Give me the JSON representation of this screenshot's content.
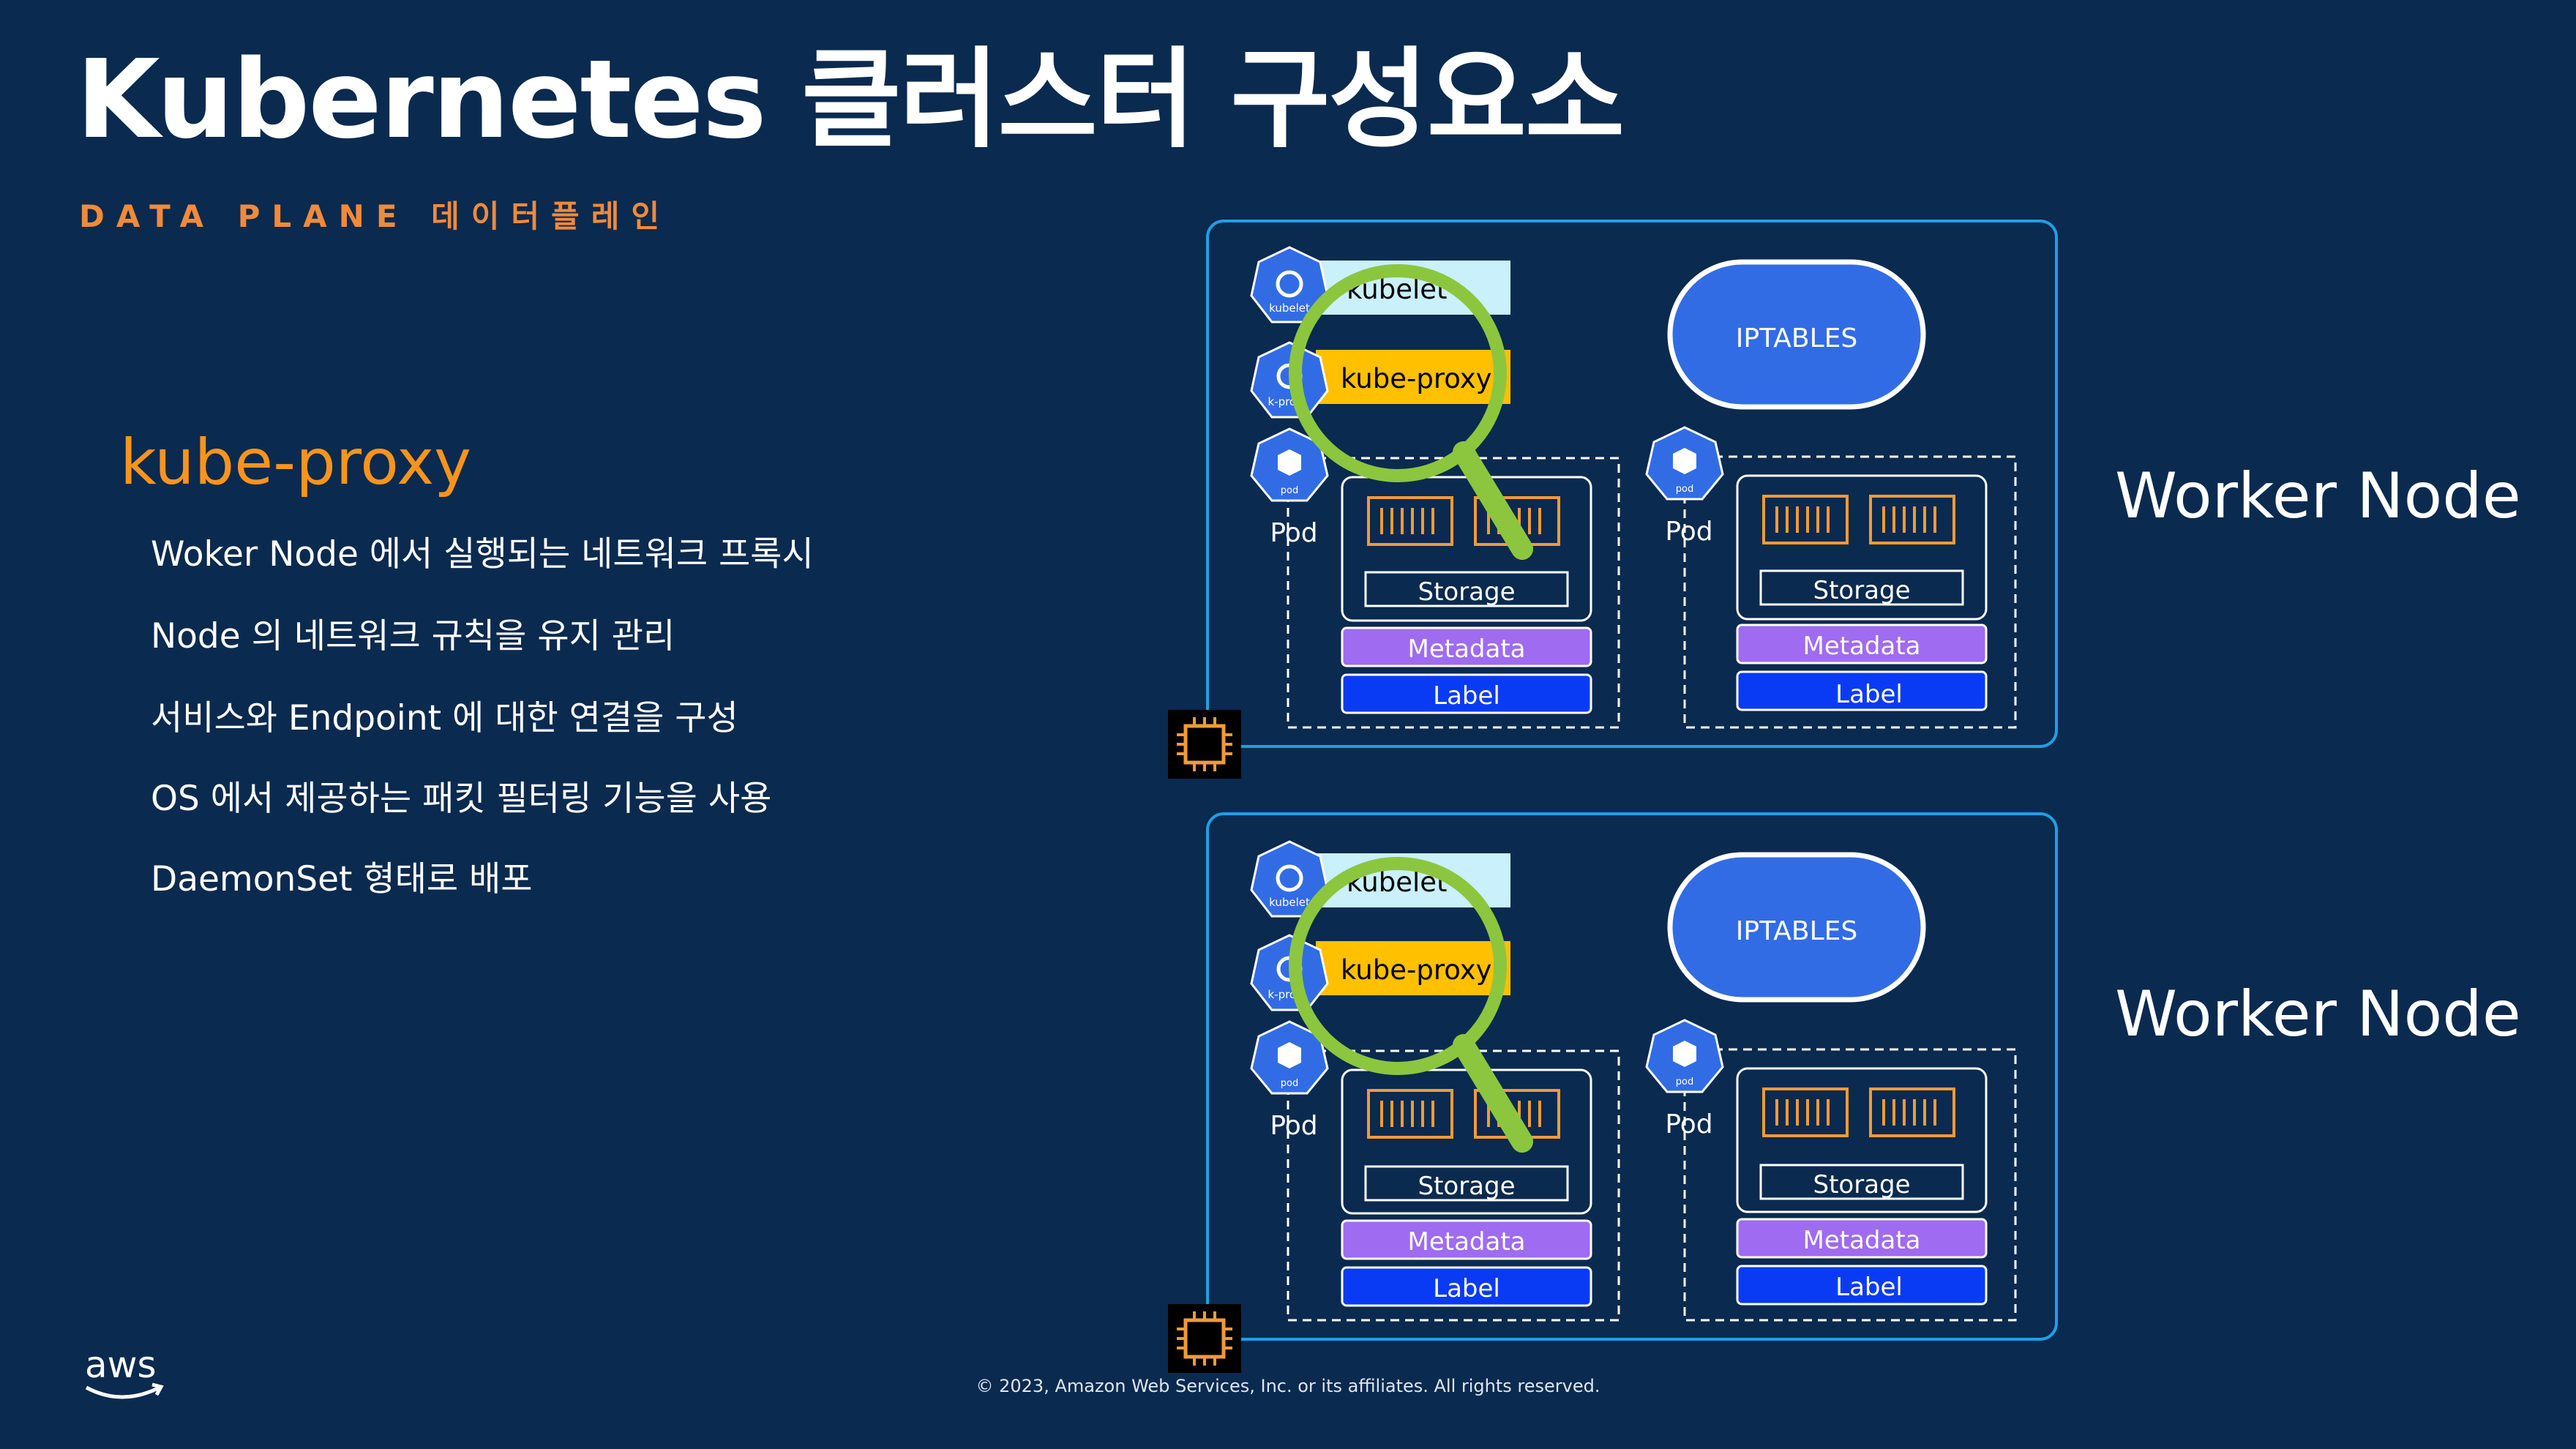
{
  "title": "Kubernetes 클러스터 구성요소",
  "subtitle": "DATA PLANE 데이터플레인",
  "section_heading": "kube-proxy",
  "bullets": [
    "Woker Node 에서 실행되는 네트워크 프록시",
    "Node 의 네트워크 규칙을 유지 관리",
    "서비스와 Endpoint 에 대한 연결을 구성",
    "OS 에서 제공하는 패킷 필터링 기능을 사용",
    "DaemonSet 형태로 배포"
  ],
  "nodes": [
    {
      "label": "Worker Node",
      "kubelet": "kubelet",
      "kube_proxy": "kube-proxy",
      "iptables": "IPTABLES",
      "kubelet_icon_text": "kubelet",
      "proxy_icon_text": "k-prox",
      "pods": [
        {
          "label": "Pod",
          "icon_text": "pod",
          "storage": "Storage",
          "metadata": "Metadata",
          "tag": "Label"
        },
        {
          "label": "Pod",
          "icon_text": "pod",
          "storage": "Storage",
          "metadata": "Metadata",
          "tag": "Label"
        }
      ]
    },
    {
      "label": "Worker Node",
      "kubelet": "kubelet",
      "kube_proxy": "kube-proxy",
      "iptables": "IPTABLES",
      "kubelet_icon_text": "kubelet",
      "proxy_icon_text": "k-prox",
      "pods": [
        {
          "label": "Pod",
          "icon_text": "pod",
          "storage": "Storage",
          "metadata": "Metadata",
          "tag": "Label"
        },
        {
          "label": "Pod",
          "icon_text": "pod",
          "storage": "Storage",
          "metadata": "Metadata",
          "tag": "Label"
        }
      ]
    }
  ],
  "footer": "© 2023, Amazon Web Services, Inc. or its affiliates. All rights reserved.",
  "logo": "aws",
  "colors": {
    "background": "#0b2a4f",
    "node_border": "#1ea0e6",
    "k8s_blue": "#326ce5",
    "kubelet_bar": "#c9f0fb",
    "kube_proxy_bar": "#ffc000",
    "magnifier": "#8cc63f",
    "container_orange": "#f29a38",
    "metadata": "#9f6bf0",
    "label": "#0a3bf4",
    "accent_orange": "#f7941d"
  }
}
